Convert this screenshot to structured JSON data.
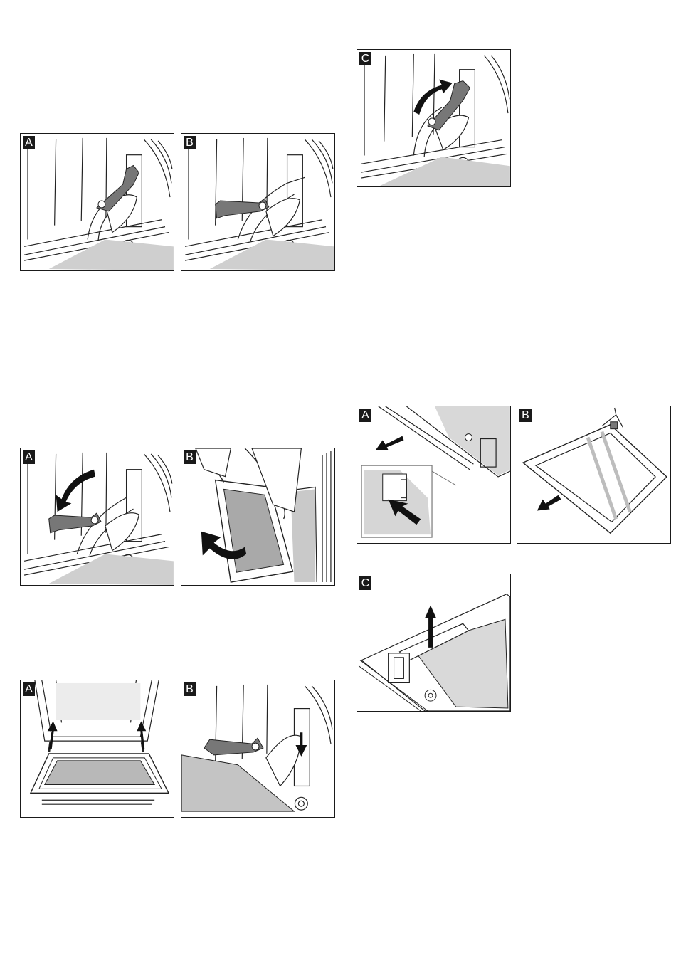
{
  "figures": {
    "hinge_unlock": {
      "a": "A",
      "b": "B"
    },
    "hinge_relock": {
      "c": "C"
    },
    "door_remove": {
      "a": "A",
      "b": "B"
    },
    "door_refit": {
      "a": "A",
      "b": "B"
    },
    "glass_remove": {
      "a": "A",
      "b": "B"
    },
    "glass_clip": {
      "c": "C"
    }
  }
}
